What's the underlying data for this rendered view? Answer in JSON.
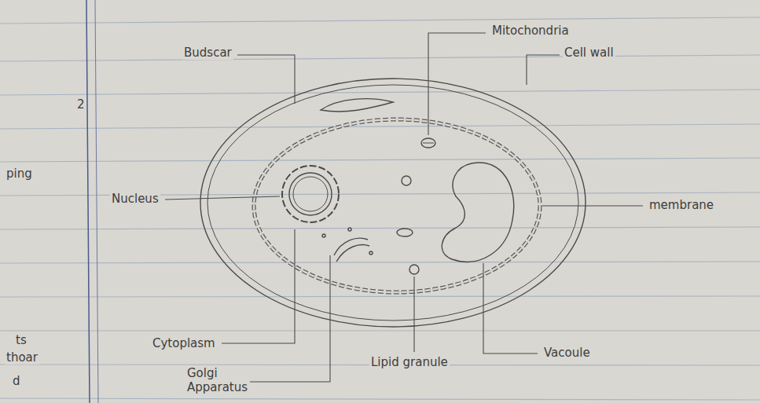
{
  "diagram": {
    "labels": [
      "Budscar",
      "Mitochondria",
      "Cell wall",
      "Nucleus",
      "membrane",
      "Cytoplasm",
      "Golgi Apparatus",
      "Lipid granule",
      "Vacoule",
      "2",
      "ping",
      "ts",
      "thoar",
      "d"
    ]
  }
}
